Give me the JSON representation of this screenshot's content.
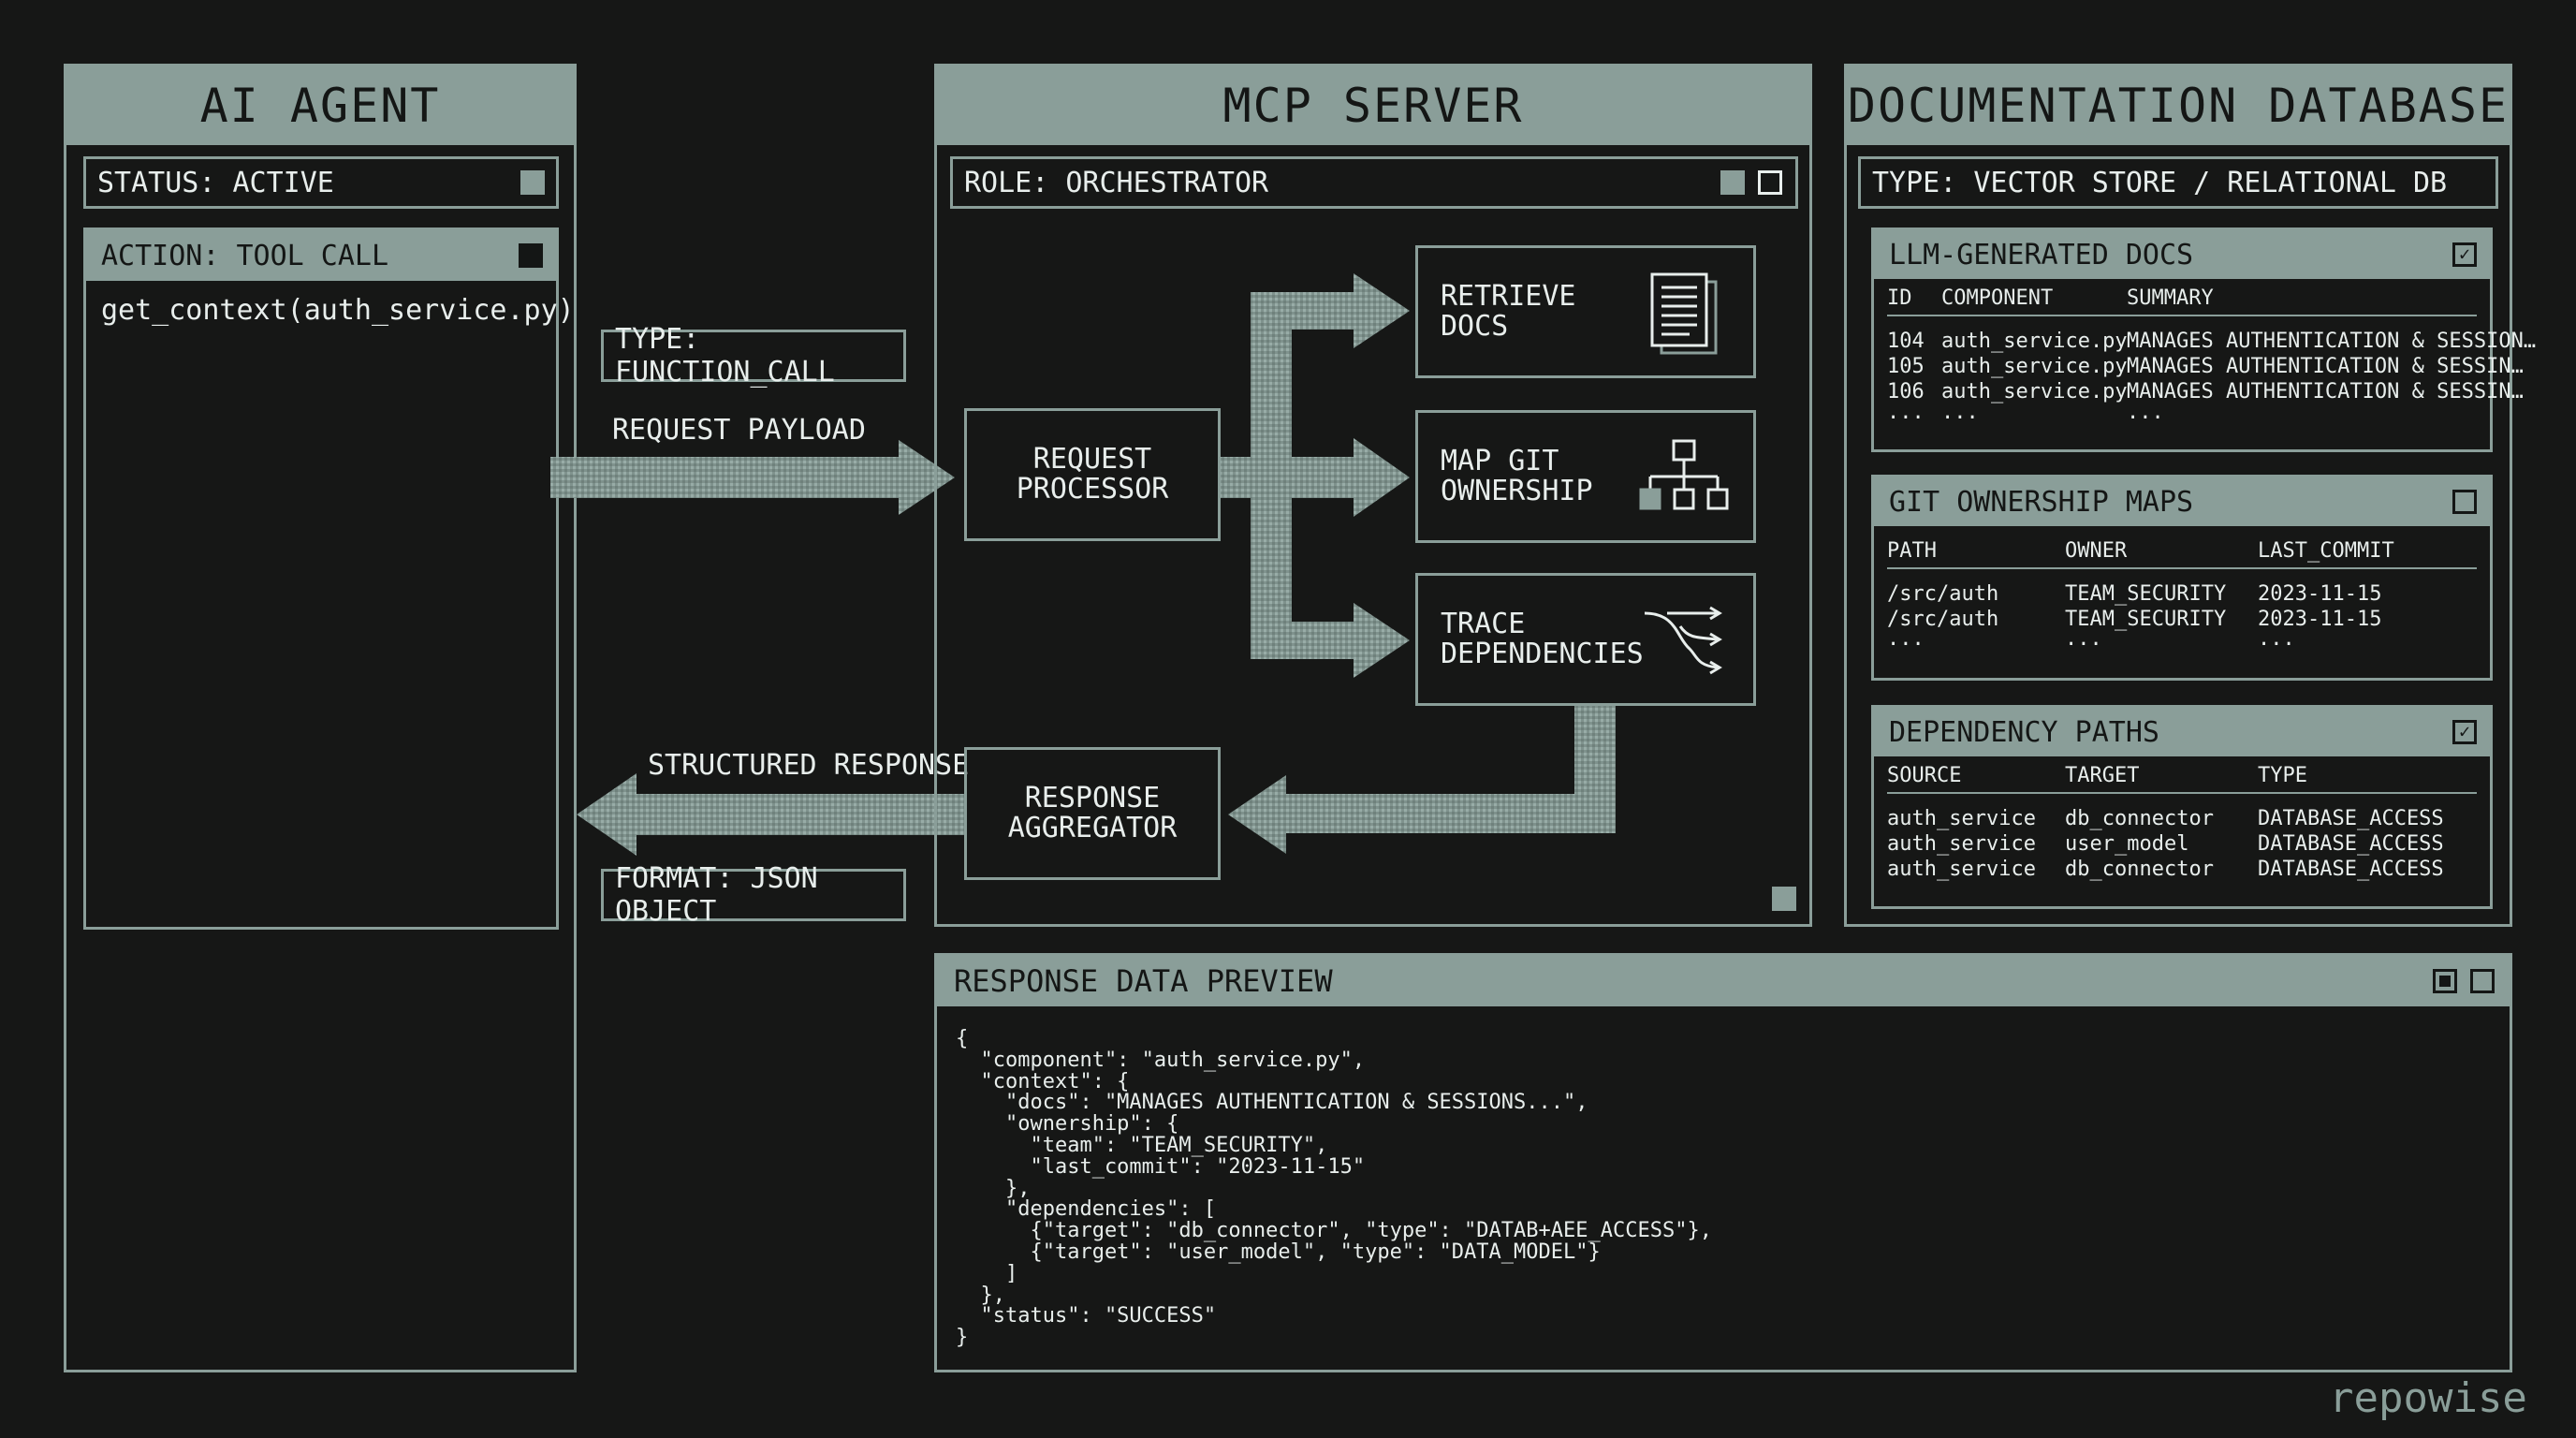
{
  "ai_agent": {
    "title": "AI AGENT",
    "status": "STATUS: ACTIVE",
    "action": "ACTION: TOOL CALL",
    "call": "get_context(auth_service.py)"
  },
  "flow": {
    "type_label": "TYPE: FUNCTION_CALL",
    "request_label": "REQUEST PAYLOAD",
    "response_label": "STRUCTURED RESPONSE",
    "format_label": "FORMAT: JSON OBJECT"
  },
  "mcp": {
    "title": "MCP SERVER",
    "role": "ROLE: ORCHESTRATOR",
    "request_processor": "REQUEST\nPROCESSOR",
    "response_aggregator": "RESPONSE\nAGGREGATOR",
    "retrieve_docs": "RETRIEVE\nDOCS",
    "map_git": "MAP GIT\nOWNERSHIP",
    "trace_deps": "TRACE\nDEPENDENCIES"
  },
  "docdb": {
    "title": "DOCUMENTATION DATABASE",
    "type": "TYPE: VECTOR STORE / RELATIONAL DB",
    "llm_docs": {
      "title": "LLM-GENERATED DOCS",
      "headers": [
        "ID",
        "COMPONENT",
        "SUMMARY"
      ],
      "rows": [
        [
          "104",
          "auth_service.py",
          "MANAGES AUTHENTICATION & SESSION…"
        ],
        [
          "105",
          "auth_service.py",
          "MANAGES AUTHENTICATION & SESSIN…"
        ],
        [
          "106",
          "auth_service.py",
          "MANAGES AUTHENTICATION & SESSIN…"
        ],
        [
          "...",
          "...",
          "..."
        ]
      ]
    },
    "git_maps": {
      "title": "GIT OWNERSHIP MAPS",
      "headers": [
        "PATH",
        "OWNER",
        "LAST_COMMIT"
      ],
      "rows": [
        [
          "/src/auth",
          "TEAM_SECURITY",
          "2023-11-15"
        ],
        [
          "/src/auth",
          "TEAM_SECURITY",
          "2023-11-15"
        ],
        [
          "...",
          "...",
          "..."
        ]
      ]
    },
    "dep_paths": {
      "title": "DEPENDENCY PATHS",
      "headers": [
        "SOURCE",
        "TARGET",
        "TYPE"
      ],
      "rows": [
        [
          "auth_service",
          "db_connector",
          "DATABASE_ACCESS"
        ],
        [
          "auth_service",
          "user_model",
          "DATABASE_ACCESS"
        ],
        [
          "auth_service",
          "db_connector",
          "DATABASE_ACCESS"
        ]
      ]
    }
  },
  "preview": {
    "title": "RESPONSE DATA PREVIEW",
    "json": "{\n  \"component\": \"auth_service.py\",\n  \"context\": {\n    \"docs\": \"MANAGES AUTHENTICATION & SESSIONS...\",\n    \"ownership\": {\n      \"team\": \"TEAM_SECURITY\",\n      \"last_commit\": \"2023-11-15\"\n    },\n    \"dependencies\": [\n      {\"target\": \"db_connector\", \"type\": \"DATAB+AEE_ACCESS\"},\n      {\"target\": \"user_model\", \"type\": \"DATA_MODEL\"}\n    ]\n  },\n  \"status\": \"SUCCESS\"\n}"
  },
  "brand": "repowise",
  "colors": {
    "background": "#161716",
    "accent": "#8a9e99",
    "text": "#e8eeec"
  },
  "icons": [
    "document-icon",
    "hierarchy-icon",
    "branch-arrows-icon",
    "checkbox-icon"
  ]
}
